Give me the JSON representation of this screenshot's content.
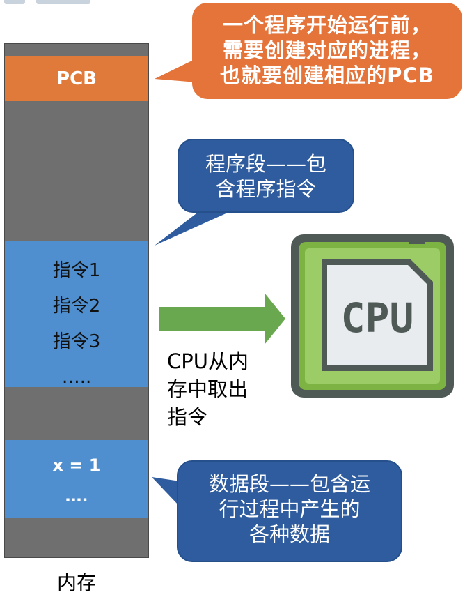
{
  "memory": {
    "pcb_label": "PCB",
    "code_lines": [
      "指令1",
      "指令2",
      "指令3",
      "….."
    ],
    "data_lines": [
      "x = 1",
      "…."
    ],
    "label": "内存"
  },
  "callouts": {
    "pcb_note": [
      "一个程序开始运行前，",
      "需要创建对应的进程，",
      "也就要创建相应的PCB"
    ],
    "code_note": [
      "程序段——包",
      "含程序指令"
    ],
    "data_note": [
      "数据段——包含运",
      "行过程中产生的",
      "各种数据"
    ]
  },
  "cpu": {
    "chip_label": "CPU",
    "caption": [
      "CPU从内",
      "存中取出",
      "指令"
    ]
  },
  "colors": {
    "memory_gray": "#6f6f6f",
    "pcb_orange": "#e07a3a",
    "segment_blue": "#4f8fcf",
    "callout_blue": "#2e5c9e",
    "arrow_green": "#6aa84f",
    "cpu_green": "#7cb342"
  }
}
